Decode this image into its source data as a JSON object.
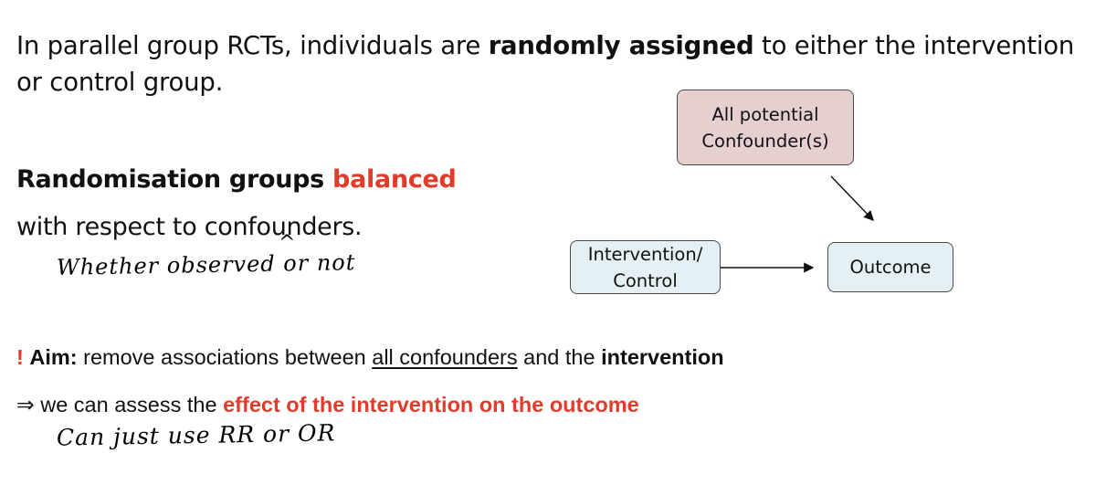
{
  "intro": {
    "before": "In parallel group RCTs, individuals are ",
    "bold": "randomly assigned",
    "after": " to either the intervention or control group."
  },
  "randomisation": {
    "title_black": "Randomisation groups ",
    "title_red": "balanced",
    "subtitle": "with respect to confounders.",
    "handwritten_note": "Whether observed or not"
  },
  "diagram": {
    "confounder_box": [
      "All potential",
      "Confounder(s)"
    ],
    "intervention_box": [
      "Intervention/",
      "Control"
    ],
    "outcome_box": "Outcome"
  },
  "aim": {
    "bang": "!",
    "label": "Aim:",
    "text1": " remove associations between ",
    "underlined": "all confounders",
    "text2": " and the ",
    "bold": "intervention"
  },
  "assess": {
    "arrow": "⇒",
    "text": " we can assess the ",
    "red": "effect of the intervention on the outcome",
    "handwritten_note": "Can just use RR or OR"
  },
  "colors": {
    "accent_red": "#e33b2a",
    "confounder_fill": "#e6cfcf",
    "node_fill": "#e4f0f3"
  }
}
